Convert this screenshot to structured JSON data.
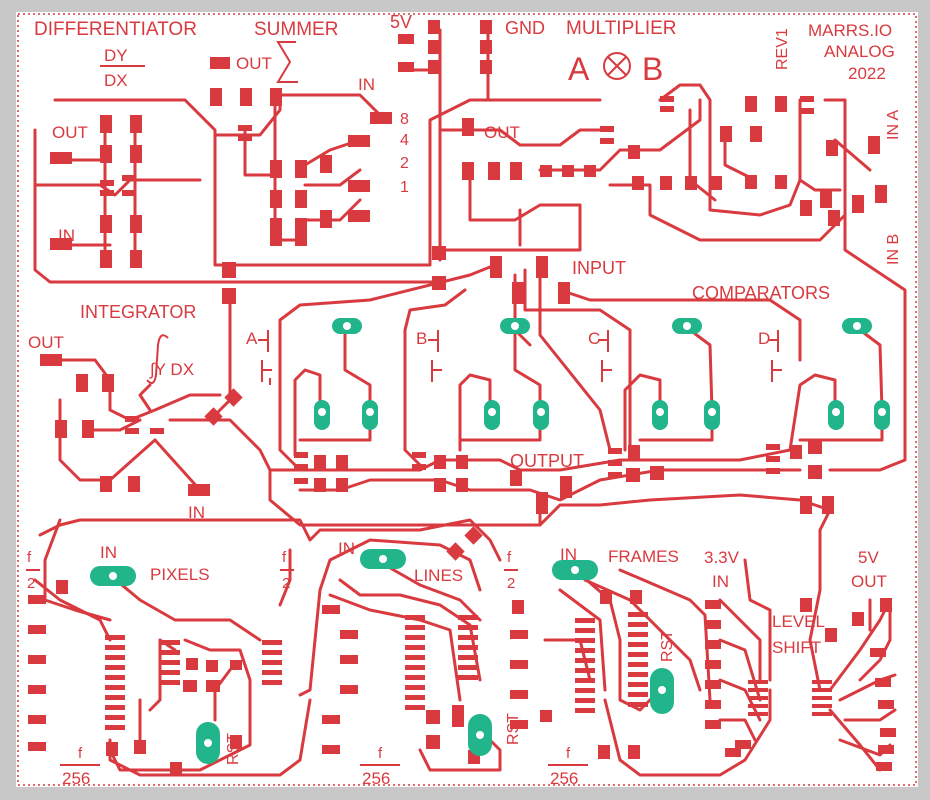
{
  "board": {
    "title_lines": [
      "MARRS.IO",
      "ANALOG",
      "2022"
    ],
    "revision": "REV1",
    "colors": {
      "copper": "#d93a3f",
      "pad": "#d93a3f",
      "hole": "#22b48a",
      "outline": "#d93a3f",
      "background": "#ffffff",
      "margin": "#c8c8c8"
    }
  },
  "labels": {
    "differentiator": "DIFFERENTIATOR",
    "dy": "DY",
    "dx": "DX",
    "diff_out": "OUT",
    "diff_in": "IN",
    "summer": "SUMMER",
    "summer_out": "OUT",
    "summer_in": "IN",
    "summer_weights": [
      "8",
      "4",
      "2",
      "1"
    ],
    "v5": "5V",
    "gnd": "GND",
    "multiplier": "MULTIPLIER",
    "mult_a": "A",
    "mult_b": "B",
    "mult_out": "OUT",
    "in_a": "IN A",
    "in_b": "IN B",
    "input": "INPUT",
    "comparators": "COMPARATORS",
    "comp_channels": [
      "A",
      "B",
      "C",
      "D"
    ],
    "output": "OUTPUT",
    "integrator": "INTEGRATOR",
    "int_out": "OUT",
    "int_expr": "∫Y DX",
    "int_in": "IN",
    "pixels": "PIXELS",
    "pixels_in": "IN",
    "lines": "LINES",
    "lines_in": "IN",
    "frames": "FRAMES",
    "frames_in": "IN",
    "f_half": [
      "f",
      "2"
    ],
    "f_256": [
      "f",
      "256"
    ],
    "rst": "RST",
    "v33_in": [
      "3.3V",
      "IN"
    ],
    "level_shift": [
      "LEVEL",
      "SHIFT"
    ],
    "v5_out": [
      "5V",
      "OUT"
    ]
  }
}
